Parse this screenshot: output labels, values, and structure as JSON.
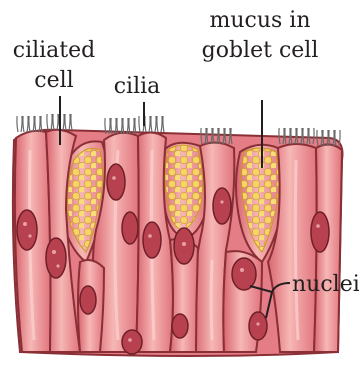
{
  "diagram": {
    "labels": {
      "ciliated_cell": [
        "ciliated",
        "cell"
      ],
      "cilia": "cilia",
      "mucus_in_goblet_cell": [
        "mucus in",
        "goblet cell"
      ],
      "nuclei": "nuclei"
    },
    "colors": {
      "cell_fill": "#e8828a",
      "cell_light": "#f6b5b5",
      "cell_outline": "#8a2f36",
      "nucleus": "#b23b4c",
      "mucus": "#f3c74a",
      "mucus_light": "#fbe59a",
      "cilia": "#6b6b6b",
      "pointer": "#231f20"
    }
  }
}
